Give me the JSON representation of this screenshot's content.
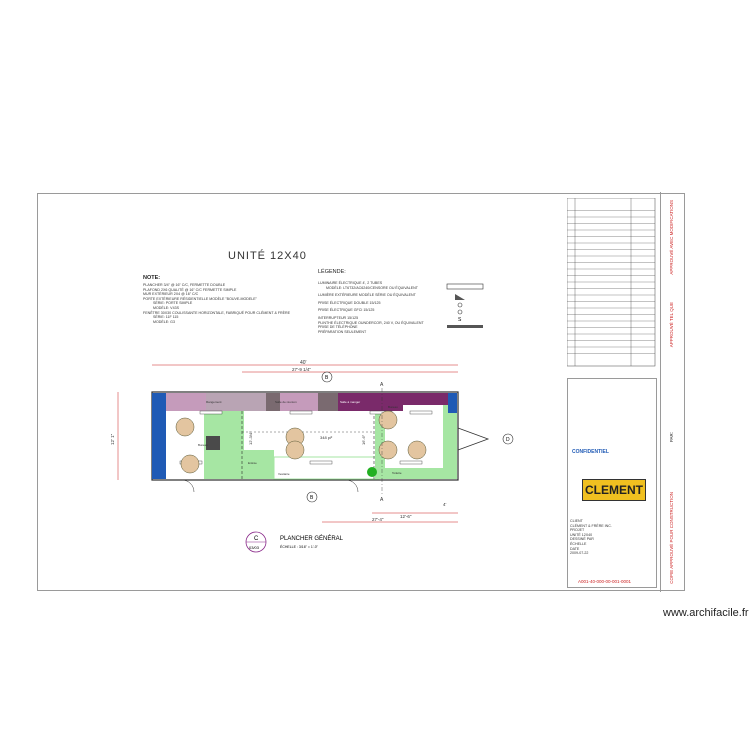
{
  "title": "UNITÉ 12X40",
  "notes": {
    "heading": "NOTE:",
    "lines": [
      "PLANCHER 3/4\" @ 16\" C/C, FERMETTE DOUBLE",
      "PLAFOND 2X6 QUALITÉ @ 16\" C/C FERMETTE SIMPLE",
      "MUR EXTÉRIEUR 2X4 @ 16\" C/C",
      "PORTE EXTÉRIEURE RÉSIDENTIELLE MODÈLE \"BOUVE-MODELE\"",
      "SÉRIE: PORTE SIMPLE",
      "MODÈLE: V43S",
      "FENÊTRE 30X30 COULISSANTE HORIZONTALE, FABRIQUÉ POUR CLÉMENT & FRÈRE",
      "SÉRIE: 11F 115",
      "MODÈLE: G3"
    ]
  },
  "legend": {
    "heading": "LÉGENDE:",
    "items": [
      "LUMINAIRE ÉLECTRIQUE 4', 2 TUBES",
      "MODÈLE: LT6T32/AC6240/CENSORE OU ÉQUIVALENT",
      "LUMIÈRE EXTÉRIEURE MODÈLE SÉRIE OU ÉQUIVALENT",
      "PRISE ÉLECTRIQUE DOUBLE 15/125",
      "PRISE ÉLECTRIQUE GFCI 15/125",
      "INTERRUPTEUR 15/125",
      "PLINTHE ÉLECTRIQUE OUNDERCOR, 240 V, OU ÉQUIVALENT",
      "PRISE DE TÉLÉPHONE",
      "PRÉPARATION SEULEMENT"
    ]
  },
  "plan_caption": {
    "label": "PLANCHER GÉNÉRAL",
    "scale": "ÉCHELLE : 3/16\" = 1'-0\"",
    "circle_top": "C",
    "circle_bottom": "03/03"
  },
  "dimensions": {
    "overall": "40'",
    "top_mid": "27'-9 1/4\"",
    "left_height": "12' 1\"",
    "bottom_mid": "27'-4\"",
    "bottom_right": "12'-6\"",
    "right_small": "4'",
    "room_a": "16'-6\"",
    "room_b": "12'-3/4\"",
    "area": "348 pi²"
  },
  "section_markers": [
    "A",
    "A",
    "B",
    "B",
    "D"
  ],
  "room_labels": [
    "Bureau",
    "Rangement",
    "Salle de réunion",
    "Entrée",
    "Vestiaire",
    "Salle à manger",
    "Bureau",
    "Toilette"
  ],
  "brand": {
    "name": "CLEMENT",
    "confidential_label": "CONFIDENTIEL",
    "drawing_number": "A001-40-000-00-001-0001",
    "watermark": "www.archifacile.fr"
  },
  "title_block": {
    "side_labels": [
      "APPROUVÉ AVEC MODIFICATIONS",
      "APPROUVÉ TEL QUE",
      "PAR:"
    ],
    "approve_label": "COPIE APPROUVÉ POUR CONSTRUCTION",
    "fields": [
      [
        "CLIENT",
        "CLÉMENT & FRÈRE INC."
      ],
      [
        "PROJET",
        "UNITÉ 12X40"
      ],
      [
        "DESSINÉ PAR",
        "ÉCHELLE"
      ],
      [
        "DATE",
        "2009-07-22"
      ]
    ]
  },
  "colors": {
    "frame": "#9a9a9a",
    "room_fill": "#a6e6a3",
    "cabinet": "#7a2a6a",
    "cabinet_light": "#c59bbb",
    "blue": "#1f5ab5",
    "teal": "#1c8a9a",
    "red_dim": "#cc1f1f",
    "brand_yellow": "#f0c020"
  }
}
